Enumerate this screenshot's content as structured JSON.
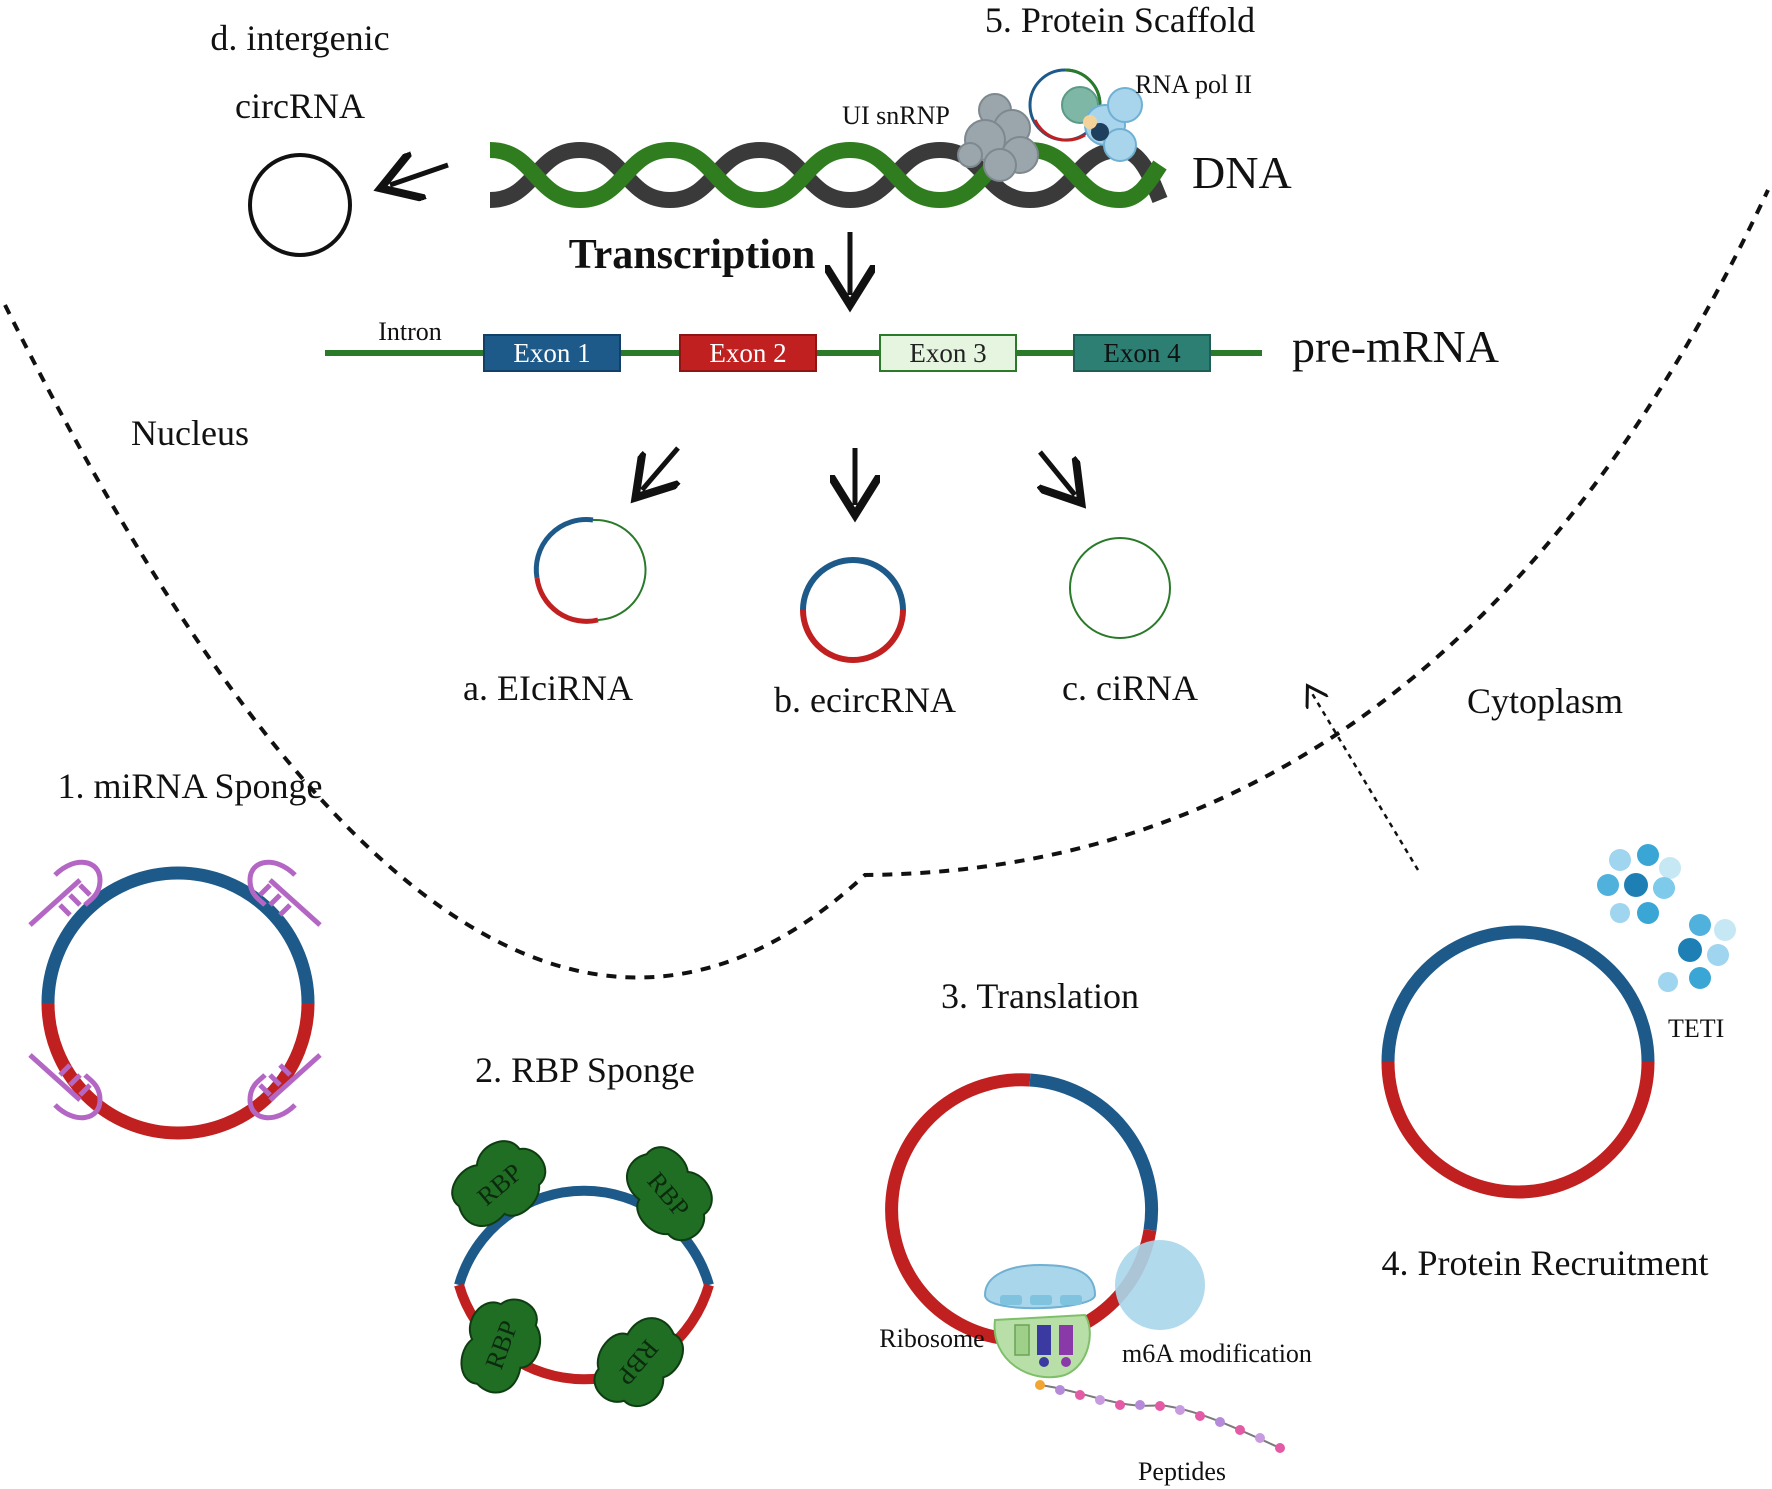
{
  "labels": {
    "protein_scaffold": "5. Protein Scaffold",
    "intergenic_line1": "d. intergenic",
    "intergenic_line2": "circRNA",
    "ui_snrnp": "UI snRNP",
    "rna_pol": "RNA pol II",
    "dna": "DNA",
    "transcription": "Transcription",
    "intron": "Intron",
    "pre_mrna": "pre-mRNA",
    "nucleus": "Nucleus",
    "cytoplasm": "Cytoplasm",
    "eicirna": "a. EIciRNA",
    "ecircrna": "b. ecircRNA",
    "cirna": "c. ciRNA",
    "mirna_sponge": "1. miRNA Sponge",
    "rbp_sponge": "2. RBP Sponge",
    "translation": "3. Translation",
    "protein_recruitment": "4. Protein Recruitment",
    "ribosome": "Ribosome",
    "m6a": "m6A modification",
    "peptides": "Peptides",
    "teti": "TETI"
  },
  "exons": [
    {
      "label": "Exon 1",
      "fill": "#1d5a8a",
      "text": "#ffffff"
    },
    {
      "label": "Exon 2",
      "fill": "#c0201f",
      "text": "#ffffff"
    },
    {
      "label": "Exon 3",
      "fill": "#e6f5df",
      "text": "#222222"
    },
    {
      "label": "Exon 4",
      "fill": "#2d7f74",
      "text": "#111111"
    }
  ],
  "rbp_label": "RBP",
  "colors": {
    "blue_strand": "#1d5a8a",
    "red_strand": "#c0201f",
    "green_strand": "#2a7a2a",
    "dna_green": "#2f7d1f",
    "dna_dark": "#3a3a3a",
    "mirna": "#b366c4",
    "rbp": "#1f6e24",
    "ribosome": "#9fd0e4",
    "teti": "#3aa6d6"
  }
}
